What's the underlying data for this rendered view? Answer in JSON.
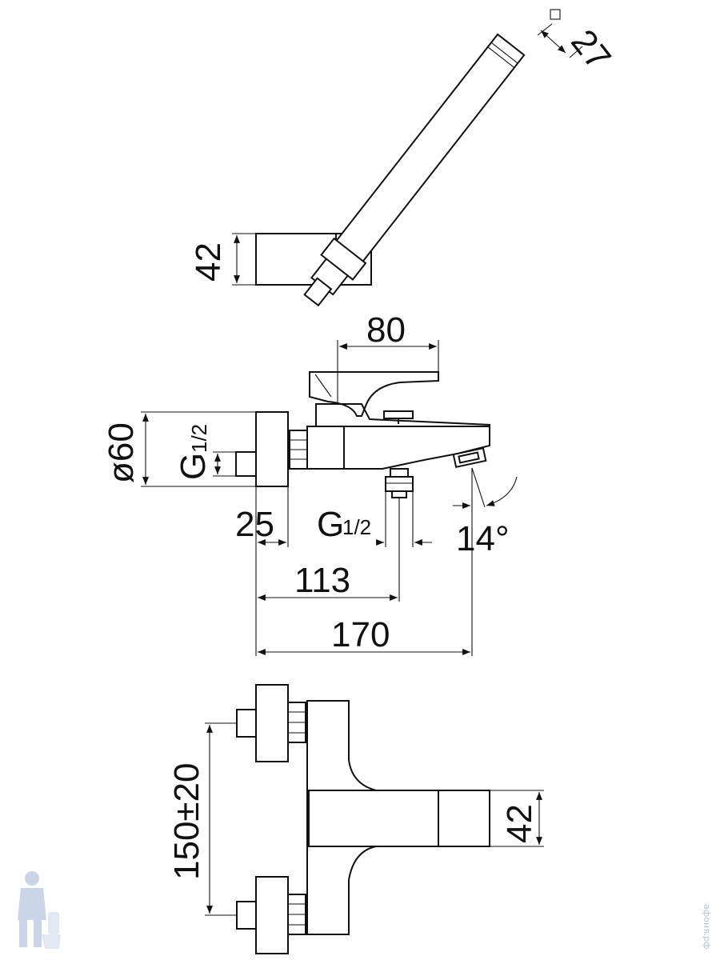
{
  "dimensions": {
    "hand_shower_square": "27",
    "holder_height": "42",
    "lever_length": "80",
    "inlet_diameter": "ø60",
    "inlet_thread": "G",
    "inlet_thread_fraction": "1/2",
    "connector_thread": "G",
    "connector_thread_fraction": "1/2",
    "flange_depth": "25",
    "spout_angle": "14°",
    "outlet_offset": "113",
    "overall_projection": "170",
    "inlet_spacing": "150±20",
    "spout_height": "42"
  },
  "watermark": {
    "text": "афоня.рф"
  }
}
